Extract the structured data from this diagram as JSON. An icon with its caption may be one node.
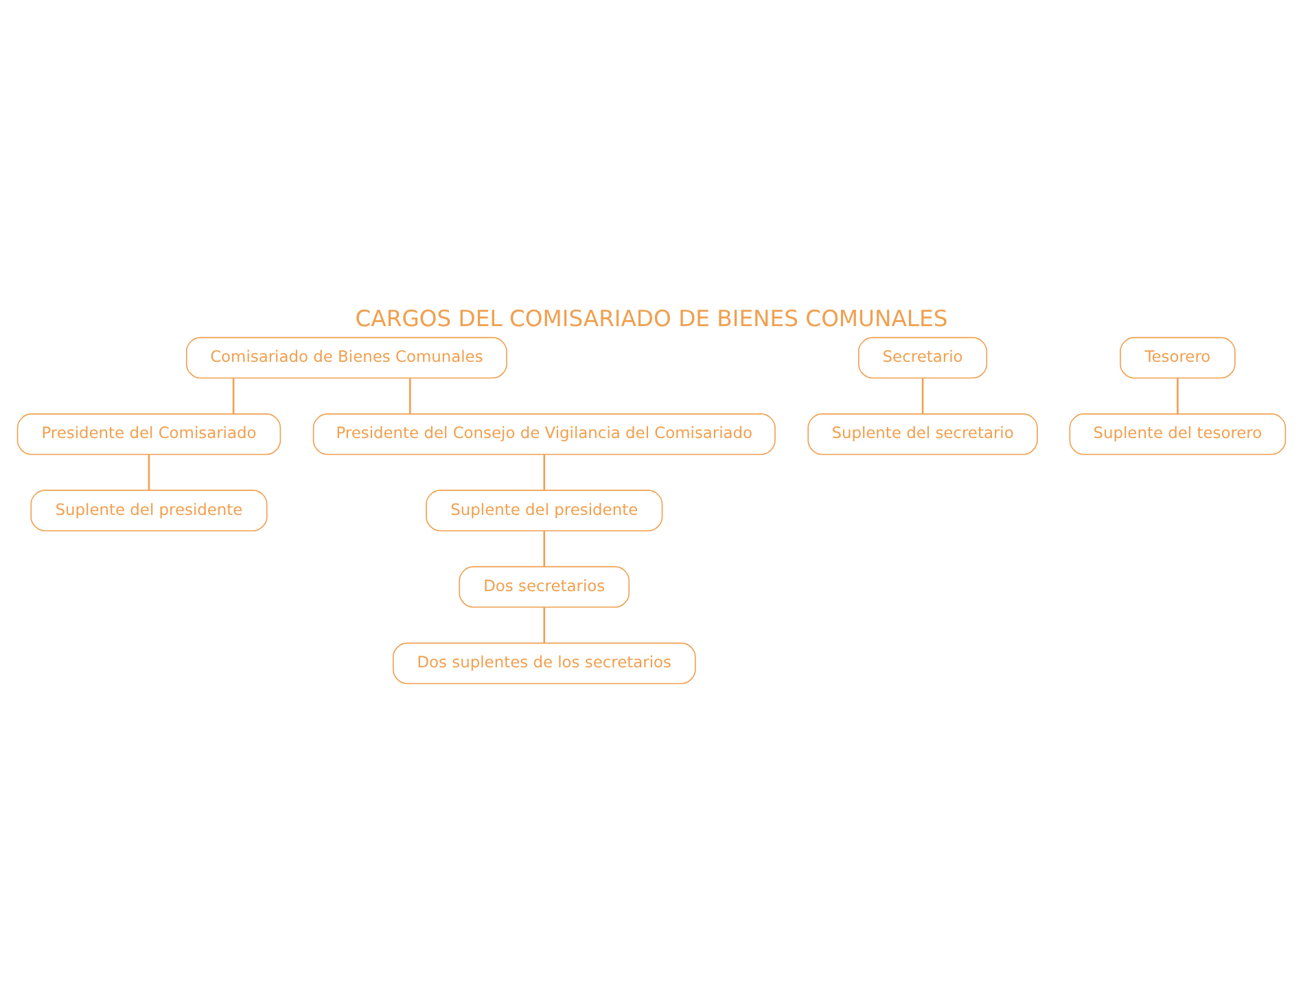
{
  "diagram": {
    "title": "CARGOS DEL COMISARIADO DE BIENES COMUNALES",
    "nodes": [
      {
        "text": [
          "Comisariado de Bienes Comunales"
        ]
      },
      {
        "text": [
          "Presidente del Comisariado"
        ]
      },
      {
        "text": [
          "Presidente del Consejo de Vigilancia del Comisariado"
        ]
      },
      {
        "text": [
          "Suplente del presidente"
        ]
      },
      {
        "text": [
          "Suplente del presidente"
        ]
      },
      {
        "text": [
          "Secretario"
        ]
      },
      {
        "text": [
          "Dos secretarios"
        ]
      },
      {
        "text": [
          "Suplente del secretario"
        ]
      },
      {
        "text": [
          "Dos suplentes de los secretarios"
        ]
      },
      {
        "text": [
          "Tesorero"
        ]
      },
      {
        "text": [
          "Suplente del tesorero"
        ]
      }
    ],
    "edges": [
      {
        "from": 0,
        "to": 1,
        "arrow": "none"
      },
      {
        "from": 0,
        "to": 2,
        "arrow": "none"
      },
      {
        "from": 1,
        "to": 3,
        "arrow": "none"
      },
      {
        "from": 2,
        "to": 4,
        "arrow": "none"
      },
      {
        "from": 4,
        "to": 6,
        "arrow": "none"
      },
      {
        "from": 5,
        "to": 7,
        "arrow": "none"
      },
      {
        "from": 6,
        "to": 8,
        "arrow": "none"
      },
      {
        "from": 9,
        "to": 10,
        "arrow": "none"
      }
    ]
  }
}
